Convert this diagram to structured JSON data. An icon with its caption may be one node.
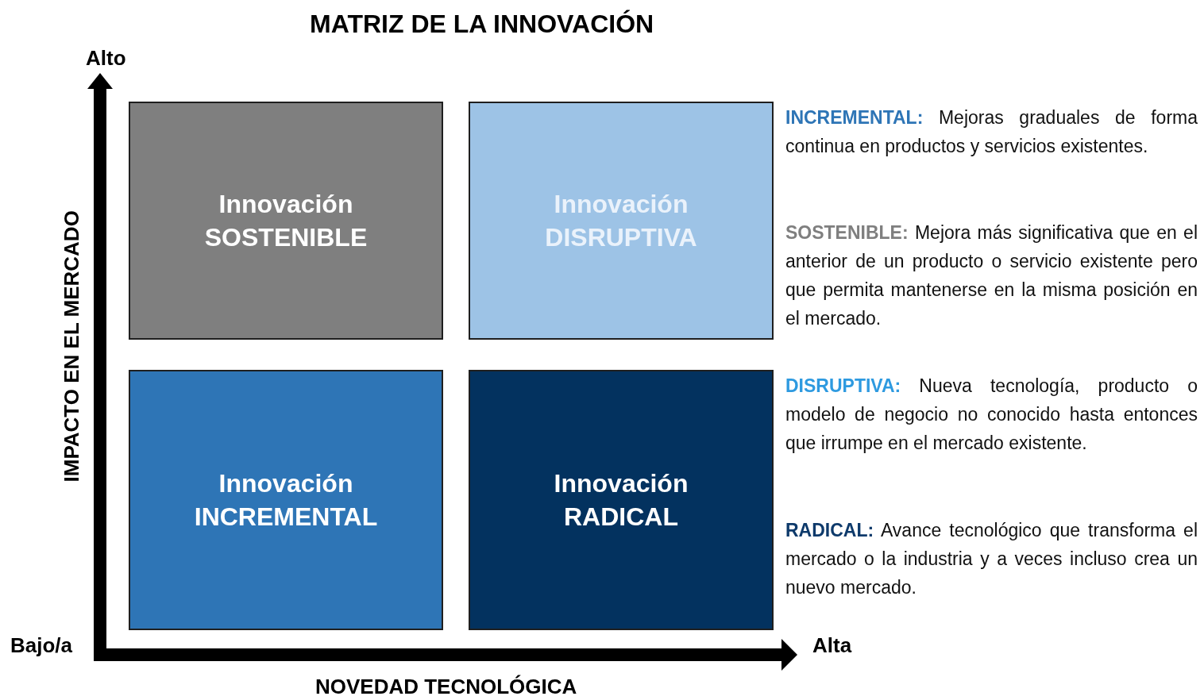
{
  "diagram": {
    "title": "MATRIZ DE LA INNOVACIÓN",
    "nodes": [
      {
        "text": [
          "Innovación SOSTENIBLE"
        ]
      },
      {
        "text": [
          "Innovación DISRUPTIVA"
        ]
      },
      {
        "text": [
          "Innovación INCREMENTAL"
        ]
      },
      {
        "text": [
          "Innovación RADICAL"
        ]
      }
    ],
    "labels": [
      "Alto",
      "IMPACTO EN EL MERCADO",
      "Bajo/a",
      "Alta",
      "NOVEDAD TECNOLÓGICA",
      "**INCREMENTAL:** Mejoras graduales de forma continua en productos y servicios existentes.",
      "**SOSTENIBLE:** Mejora más significativa que en el anterior de un producto o servicio existente pero que permita mantenerse en la misma posición en el mercado.",
      "**DISRUPTIVA:** Nueva tecnología, producto o modelo de negocio no conocido hasta entonces que irrumpe en el mercado existente.",
      "**RADICAL:** Avance tecnológico que transforma el mercado o la industria y a veces incluso crea un nuevo mercado."
    ]
  }
}
